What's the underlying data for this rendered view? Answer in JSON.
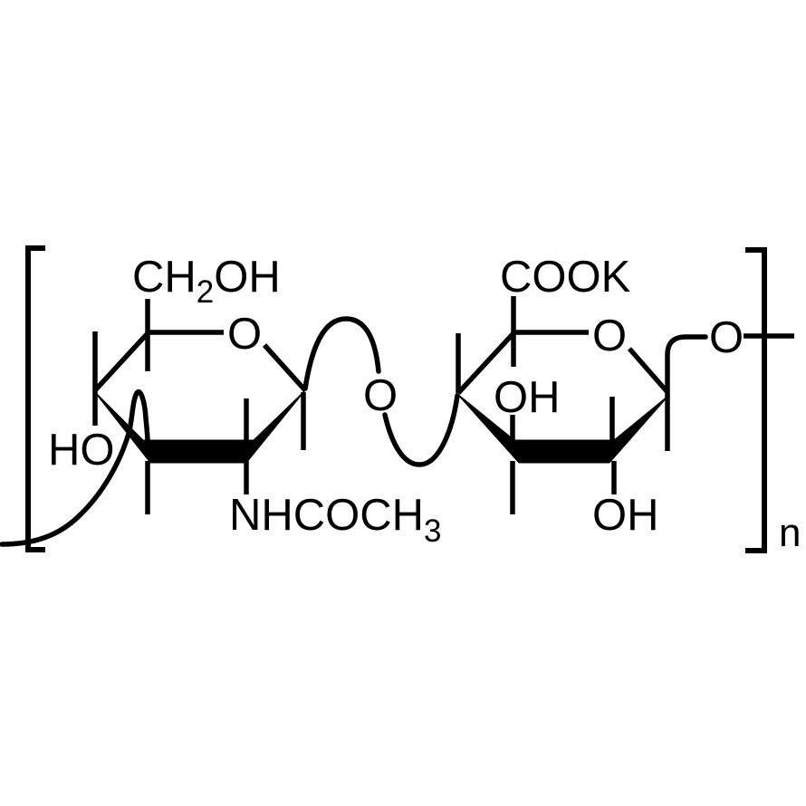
{
  "diagram": {
    "type": "chemical-structure",
    "colors": {
      "line": "#000000",
      "background": "#ffffff"
    },
    "labels": {
      "ch2oh": {
        "pre": "CH",
        "sub": "2",
        "post": "OH"
      },
      "cook": "COOK",
      "ring_oxygen_left": "O",
      "ring_oxygen_right": "O",
      "glycosidic_oxygen": "O",
      "chain_oxygen": "O",
      "hydroxyl_ho": "HO",
      "hydroxyl_oh_upper": "OH",
      "hydroxyl_oh_lower": "OH",
      "nhcoch3": {
        "pre": "NHCOCH",
        "sub": "3"
      },
      "repeat_subscript": "n"
    }
  }
}
